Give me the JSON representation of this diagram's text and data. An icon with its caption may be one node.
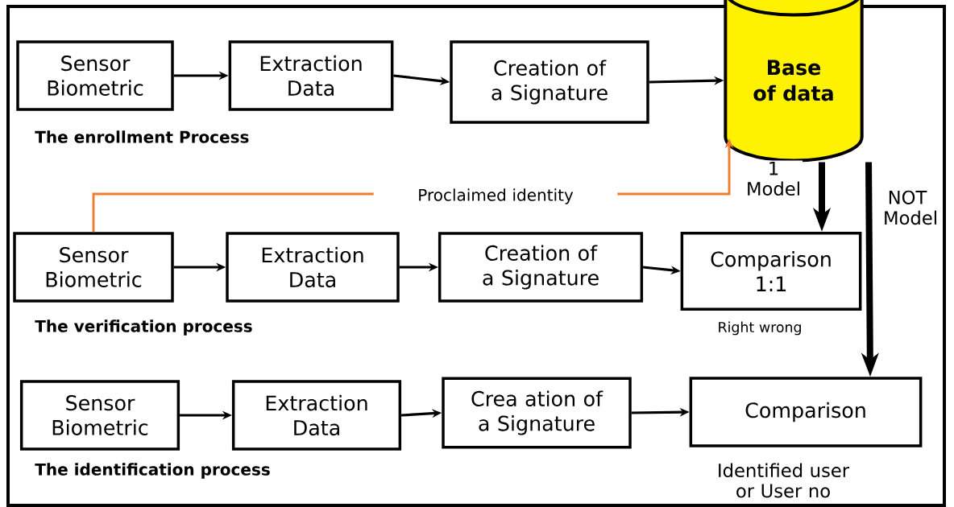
{
  "diagram": {
    "nodes": [
      {
        "text": [
          "Sensor Biometric"
        ]
      },
      {
        "text": [
          "Extraction Data"
        ]
      },
      {
        "text": [
          "Creation of a Signature"
        ]
      },
      {
        "text": [
          "Base of data"
        ]
      },
      {
        "text": [
          "Sensor Biometric"
        ]
      },
      {
        "text": [
          "Extraction Data"
        ]
      },
      {
        "text": [
          "Creation of a Signature"
        ]
      },
      {
        "text": [
          "Comparison 1:1"
        ],
        "beside": [
          "Right wrong"
        ]
      },
      {
        "text": [
          "Sensor Biometric"
        ]
      },
      {
        "text": [
          "Extraction Data"
        ]
      },
      {
        "text": [
          "Crea ation of a Signature"
        ]
      },
      {
        "text": [
          "Comparison"
        ],
        "beside": [
          "Identified user or User  no"
        ]
      }
    ],
    "edges": [
      {
        "from": 0,
        "to": 1,
        "arrow": "to"
      },
      {
        "from": 1,
        "to": 2,
        "arrow": "to"
      },
      {
        "from": 2,
        "to": 3,
        "arrow": "to"
      },
      {
        "from": 4,
        "to": 3,
        "arrow": "to",
        "label": "Proclaimed identity",
        "color": "#ed7d31"
      },
      {
        "from": 3,
        "to": 7,
        "arrow": "to",
        "label": "1 Model",
        "style": "thick"
      },
      {
        "from": 3,
        "to": 11,
        "arrow": "to",
        "label": "NOT Model",
        "style": "thick"
      },
      {
        "from": 4,
        "to": 5,
        "arrow": "to"
      },
      {
        "from": 5,
        "to": 6,
        "arrow": "to"
      },
      {
        "from": 6,
        "to": 7,
        "arrow": "to"
      },
      {
        "from": 8,
        "to": 9,
        "arrow": "to"
      },
      {
        "from": 9,
        "to": 10,
        "arrow": "to"
      },
      {
        "from": 10,
        "to": 11,
        "arrow": "to"
      }
    ],
    "labels": [
      "The enrollment Process",
      "The verification process",
      "The identification process"
    ]
  }
}
